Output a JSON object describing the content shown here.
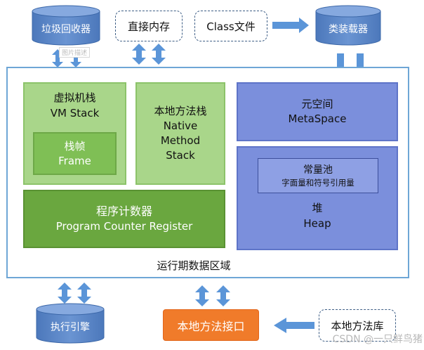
{
  "gc": {
    "label": "垃圾回收器"
  },
  "gc_connector_label": "图片描述",
  "direct_memory": {
    "label": "直接内存"
  },
  "class_file": {
    "label": "Class文件"
  },
  "class_loader": {
    "label": "类装载器"
  },
  "vm_stack": {
    "title": "虚拟机栈",
    "subtitle": "VM Stack"
  },
  "frame": {
    "title": "栈帧",
    "subtitle": "Frame"
  },
  "native_stack": {
    "line1": "本地方法栈",
    "line2": "Native",
    "line3": "Method",
    "line4": "Stack"
  },
  "pc_register": {
    "title": "程序计数器",
    "subtitle": "Program Counter Register"
  },
  "metaspace": {
    "title": "元空间",
    "subtitle": "MetaSpace"
  },
  "constant_pool": {
    "title": "常量池",
    "subtitle": "字面量和符号引用量"
  },
  "heap": {
    "title": "堆",
    "subtitle": "Heap"
  },
  "runtime_area": {
    "label": "运行期数据区域"
  },
  "exec_engine": {
    "label": "执行引擎"
  },
  "native_interface": {
    "label": "本地方法接口"
  },
  "native_library": {
    "label": "本地方法库"
  },
  "watermark": {
    "text": "CSDN @一只鲜鸟猪"
  },
  "colors": {
    "cylinder_fill": "#5b86c6",
    "arrow_fill": "#5b95d8",
    "runtime_border": "#6ea6d6",
    "green": "#7fbf55",
    "blue": "#7b8fdc",
    "orange": "#f07b2a"
  }
}
